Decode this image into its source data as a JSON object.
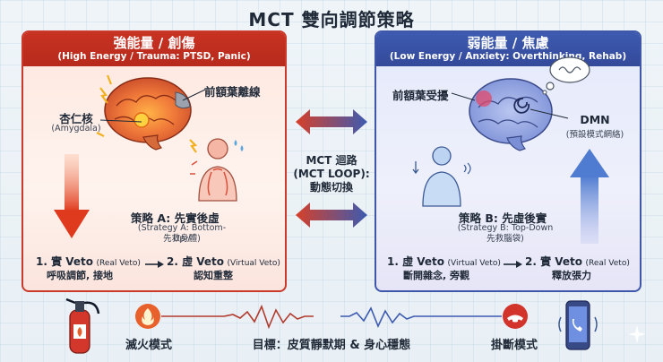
{
  "title": "MCT 雙向調節策略",
  "left_panel": {
    "title": "強能量 / 創傷",
    "subtitle": "(High Energy / Trauma: PTSD, Panic)",
    "prefrontal_label": "前額葉離線",
    "amygdala_label": "杏仁核",
    "amygdala_sub": "(Amygdala)",
    "strategy_title": "策略 A: 先實後虛",
    "strategy_sub1": "(Strategy A: Bottom-Up /",
    "strategy_sub2": "先救身體)",
    "step1_title": "1. 實 Veto",
    "step1_tag": "(Real Veto)",
    "step1_desc": "呼吸調節, 接地",
    "step2_title": "2. 虛 Veto",
    "step2_tag": "(Virtual Veto)",
    "step2_desc": "認知重整"
  },
  "right_panel": {
    "title": "弱能量 / 焦慮",
    "subtitle": "(Low Energy / Anxiety: Overthinking, Rehab)",
    "prefrontal_label": "前額葉受擾",
    "dmn_label": "DMN",
    "dmn_sub": "(預設模式網絡)",
    "strategy_title": "策略 B: 先虛後實",
    "strategy_sub1": "(Strategy B: Top-Down",
    "strategy_sub2": "先救腦袋)",
    "step1_title": "1. 虛 Veto",
    "step1_tag": "(Virtual Veto)",
    "step1_desc": "斷開雜念, 旁觀",
    "step2_title": "2. 實 Veto",
    "step2_tag": "(Real Veto)",
    "step2_desc": "釋放張力"
  },
  "center": {
    "loop_title": "MCT 迴路",
    "loop_sub": "(MCT LOOP):",
    "loop_desc": "動態切換"
  },
  "bottom": {
    "left_mode": "滅火模式",
    "right_mode": "掛斷模式",
    "goal": "目標：皮質靜默期 & 身心穩態"
  },
  "colors": {
    "red": "#c83222",
    "blue": "#3d5bb0",
    "orange": "#e8602c"
  }
}
